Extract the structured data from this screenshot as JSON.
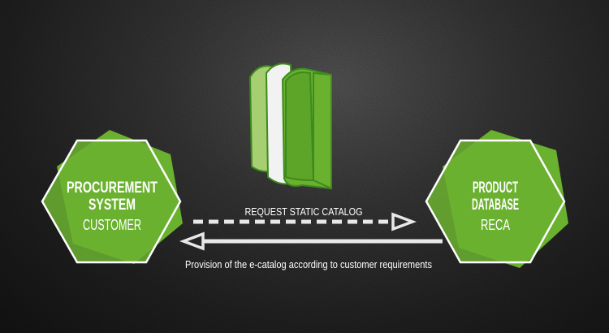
{
  "left_node": {
    "title_line1": "PROCUREMENT",
    "title_line2": "SYSTEM",
    "subtitle": "CUSTOMER"
  },
  "right_node": {
    "title_line1": "PRODUCT",
    "title_line2": "DATABASE",
    "subtitle": "RECA"
  },
  "request_arrow": {
    "label": "REQUEST STATIC CATALOG"
  },
  "response_arrow": {
    "label": "Provision of the e-catalog according to customer requirements"
  },
  "colors": {
    "green": "#6bb130",
    "light_green": "#a5cf70",
    "dark_green": "#3d8a1d",
    "white": "#ffffff"
  },
  "icon": "books-icon"
}
